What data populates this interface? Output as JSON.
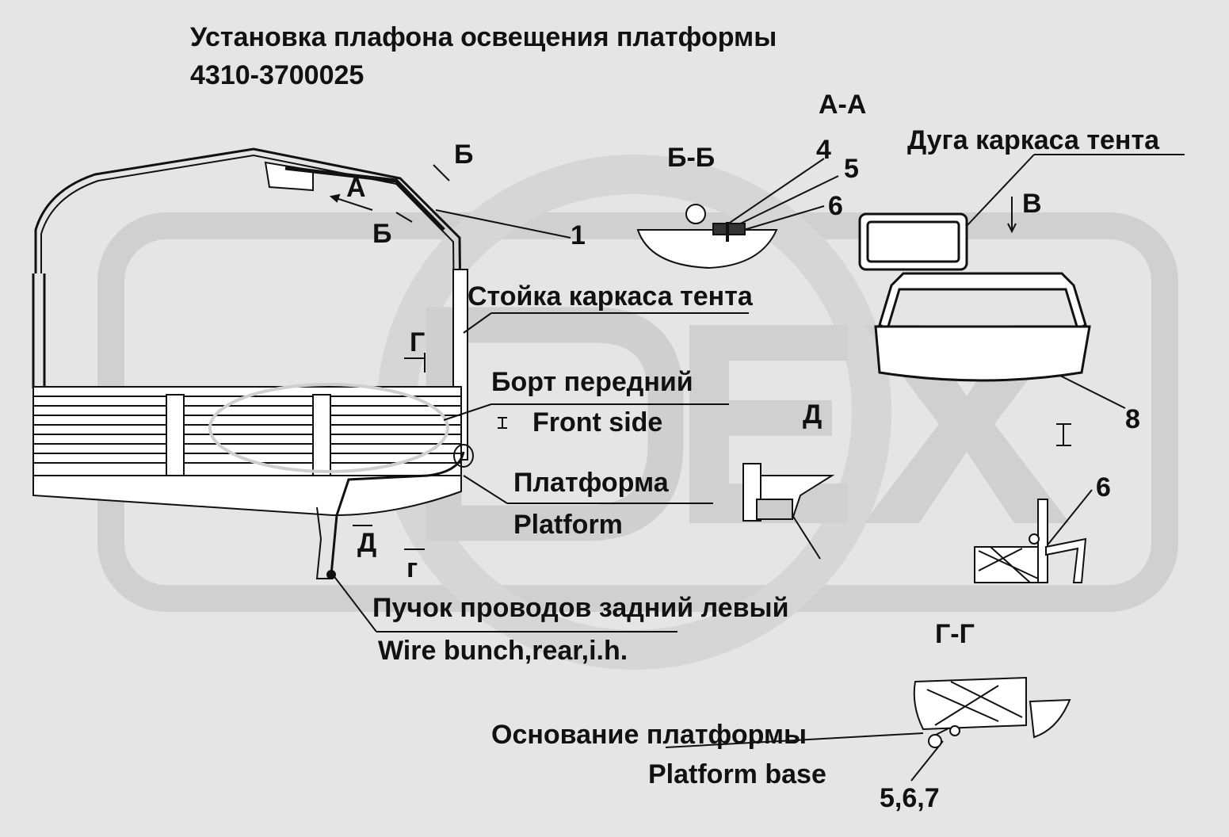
{
  "title": {
    "line1": "Установка плафона освещения платформы",
    "line2": "4310-3700025"
  },
  "sections": {
    "aa": "А-А",
    "bb": "Б-Б",
    "gg": "Г-Г",
    "d": "Д"
  },
  "view_markers": {
    "a": "А",
    "b_top": "Б",
    "b_bottom": "Б",
    "g_upper": "Г",
    "g_lower": "г",
    "d_lower": "Д",
    "v": "В",
    "i_left": "I",
    "i_right": "I"
  },
  "callouts": {
    "n1": "1",
    "n4": "4",
    "n5": "5",
    "n6_top": "6",
    "n6_right": "6",
    "n8": "8",
    "n567": "5,6,7"
  },
  "labels": {
    "arch": "Дуга каркаса тента",
    "stand": "Стойка каркаса тента",
    "front_side_ru": "Борт передний",
    "front_side_en": "Front side",
    "platform_ru": "Платформа",
    "platform_en": "Platform",
    "wire_ru": "Пучок проводов задний левый",
    "wire_en": "Wire bunch,rear,i.h.",
    "base_ru": "Основание платформы",
    "base_en": "Platform base"
  },
  "watermark": {
    "text": "DEX",
    "color": "#d2d2d2"
  },
  "colors": {
    "line": "#111111",
    "background": "#e5e5e5"
  }
}
